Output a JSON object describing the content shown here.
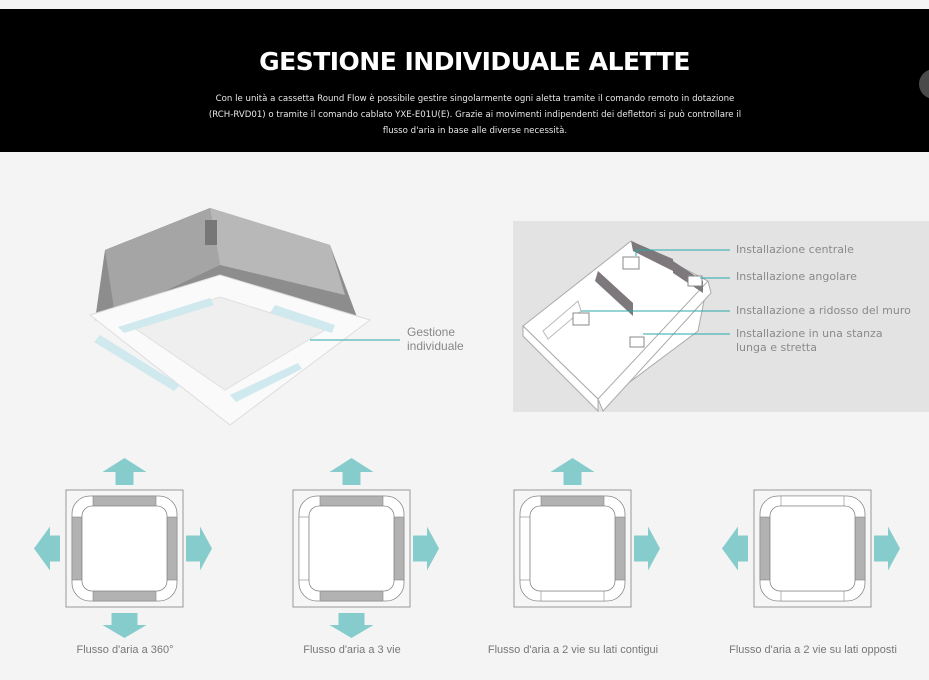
{
  "hero": {
    "title": "GESTIONE INDIVIDUALE ALETTE",
    "description": "Con le unità a cassetta Round Flow è possibile gestire singolarmente ogni aletta tramite il comando remoto in dotazione (RCH-RVD01) o tramite il comando cablato YXE-E01U(E). Grazie ai movimenti indipendenti dei deflettori si può controllare il flusso d'aria in base alle diverse necessità."
  },
  "cassette": {
    "label": "Gestione individuale"
  },
  "installation": {
    "labels": [
      "Installazione centrale",
      "Installazione angolare",
      "Installazione a ridosso del muro",
      "Installazione in una stanza lunga e stretta"
    ]
  },
  "colors": {
    "accent": "#86cccc",
    "vane": "#b2b2b2",
    "line": "#2aa9a9"
  },
  "flows": [
    {
      "label": "Flusso d'aria a 360°",
      "active_sides": [
        "top",
        "right",
        "bottom",
        "left"
      ]
    },
    {
      "label": "Flusso d'aria a 3 vie",
      "active_sides": [
        "top",
        "right",
        "bottom"
      ]
    },
    {
      "label": "Flusso d'aria a 2 vie su lati contigui",
      "active_sides": [
        "top",
        "right"
      ]
    },
    {
      "label": "Flusso d'aria a 2 vie su lati opposti",
      "active_sides": [
        "right",
        "left"
      ]
    }
  ]
}
